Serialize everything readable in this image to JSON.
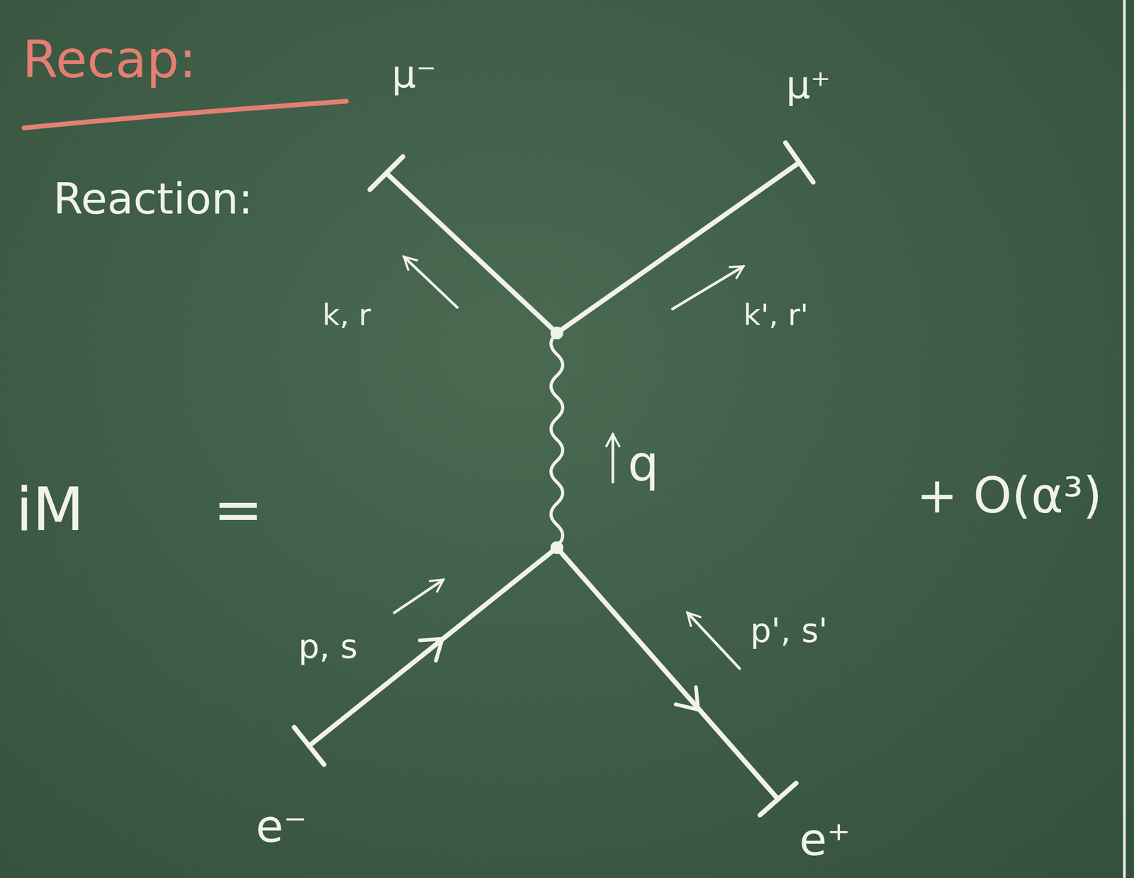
{
  "diagram": {
    "title": "Recap:",
    "labels": [
      "Reaction:",
      "μ⁻",
      "μ⁺",
      "k, r",
      "k', r'",
      "q",
      "iM",
      "=",
      "+ O(α³)",
      "p, s",
      "p', s'",
      "e⁻",
      "e⁺"
    ]
  }
}
